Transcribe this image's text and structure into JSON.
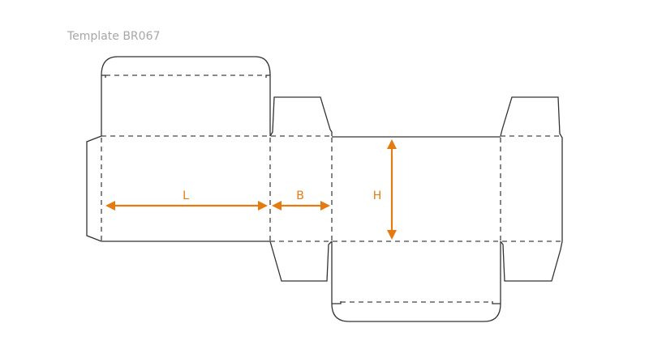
{
  "title": "Template BR067",
  "dimensions": {
    "length": "L",
    "breadth": "B",
    "height": "H"
  },
  "colors": {
    "cut_line": "#333333",
    "dimension": "#e57b10",
    "title": "#a7a7a7"
  }
}
